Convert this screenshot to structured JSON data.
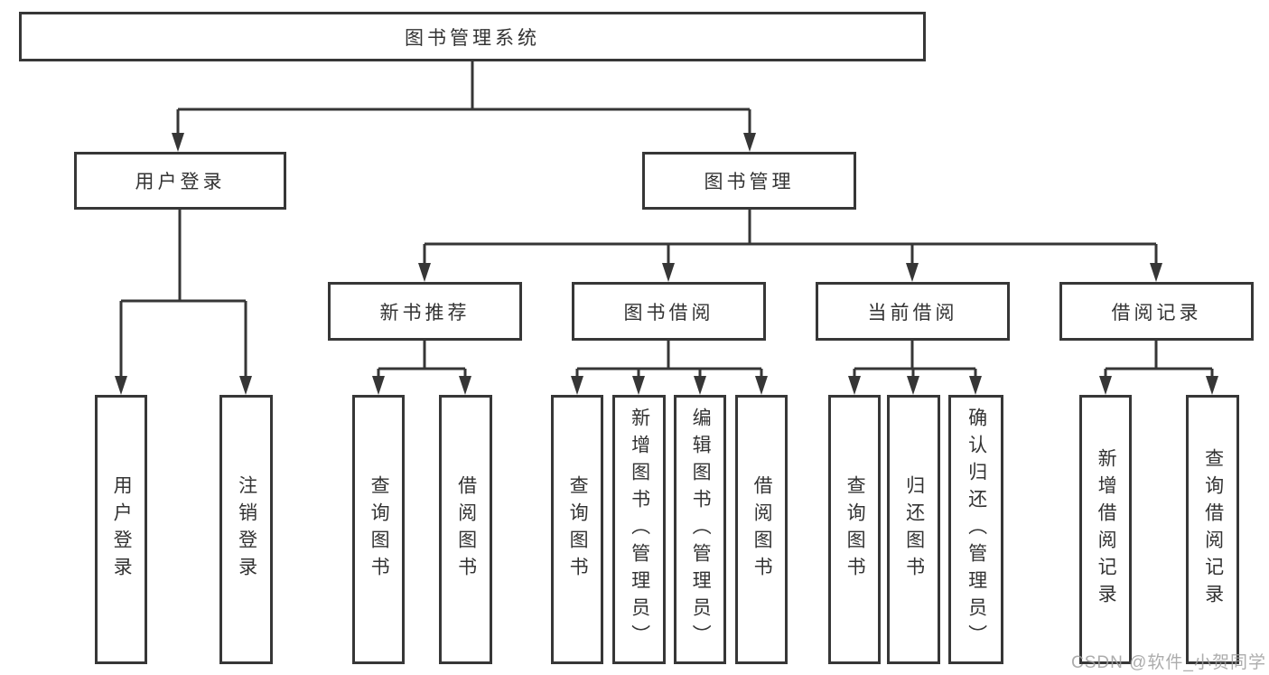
{
  "watermark": "CSDN @软件_小贺同学",
  "colors": {
    "line": "#363636",
    "box_border": "#373737",
    "box_background": "#ffffff",
    "text": "#333333",
    "watermark_text": "#9e9e9e"
  },
  "tree": {
    "label": "图书管理系统",
    "children": [
      {
        "label": "用户登录",
        "children": [
          {
            "label": "用户登录"
          },
          {
            "label": "注销登录"
          }
        ]
      },
      {
        "label": "图书管理",
        "children": [
          {
            "label": "新书推荐",
            "children": [
              {
                "label": "查询图书"
              },
              {
                "label": "借阅图书"
              }
            ]
          },
          {
            "label": "图书借阅",
            "children": [
              {
                "label": "查询图书"
              },
              {
                "label": "新增图书（管理员）"
              },
              {
                "label": "编辑图书（管理员）"
              },
              {
                "label": "借阅图书"
              }
            ]
          },
          {
            "label": "当前借阅",
            "children": [
              {
                "label": "查询图书"
              },
              {
                "label": "归还图书"
              },
              {
                "label": "确认归还（管理员）"
              }
            ]
          },
          {
            "label": "借阅记录",
            "children": [
              {
                "label": "新增借阅记录"
              },
              {
                "label": "查询借阅记录"
              }
            ]
          }
        ]
      }
    ]
  }
}
